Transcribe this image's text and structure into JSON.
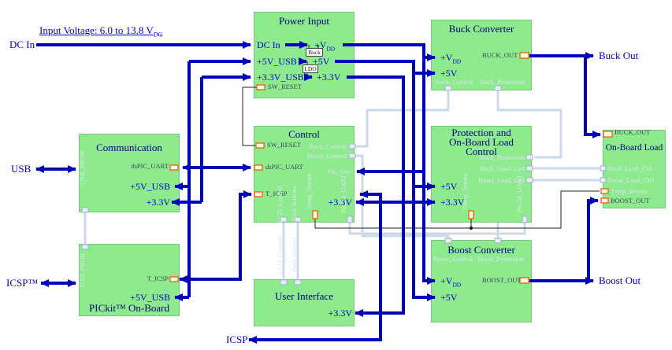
{
  "colors": {
    "block_fill": "#8deb8d",
    "power_wire": "#0000bb",
    "signal_wire": "#ccd9e8",
    "dark_wire": "#222222",
    "pin_border": "#f25c05",
    "label_blue": "#0000cd",
    "title_color": "#00007d"
  },
  "external": {
    "input_voltage": "Input Voltage: 6.0 to 13.8 V",
    "input_voltage_sub": "DC",
    "dc_in": "DC In",
    "usb": "USB",
    "icsp_tm": "ICSP™",
    "icsp": "ICSP",
    "buck_out": "Buck Out",
    "boost_out": "Boost Out"
  },
  "blocks": {
    "power_input": {
      "title": "Power Input",
      "dc_in": "DC In",
      "vdd": "+V",
      "vdd_sub": "DD",
      "v5_usb": "+5V_USB",
      "v5": "+5V",
      "v33_usb": "+3.3V_USB",
      "v33": "+3.3V",
      "buck": "Buck",
      "ldo": "LDO",
      "sw_reset": "SW_RESET"
    },
    "buck_converter": {
      "title": "Buck Converter",
      "vdd": "+V",
      "vdd_sub": "DD",
      "v5": "+5V",
      "buck_control": "Buck_Control",
      "buck_protection": "Buck_Protection",
      "buck_out": "BUCK_OUT"
    },
    "communication": {
      "title": "Communication",
      "dspic_uart": "dsPIC_UART",
      "usb_prob": "USB_PROB",
      "v5_usb": "+5V_USB",
      "v33": "+3.3V"
    },
    "control": {
      "title": "Control",
      "sw_reset": "SW_RESET",
      "buck_control": "Buck_Control",
      "boost_control": "Boost_Control",
      "dspic_uart": "dsPIC_UART",
      "vin_sen": "Vin_Sen",
      "t_icsp": "T_ICSP",
      "v33": "+3.3V",
      "lcd_control": "LCD_Control",
      "push_buttons": "Push Buttons",
      "temp_sensor": "Temp_Sensor",
      "pic24_uart": "PIC24_UART"
    },
    "protection": {
      "title1": "Protection and",
      "title2": "On-Board Load",
      "title3": "Control",
      "buck_protection": "Buck_Protection",
      "buck_load_ctrl": "Buck_Load_Ctrl",
      "boost_load_ctrl": "Boost_Load_Ctrl",
      "v5": "+5V",
      "v33": "+3.3V",
      "temp_sensor": "Temp_Sensor",
      "pic24_uart": "PIC24_UART"
    },
    "onboard_load": {
      "title": "On-Board Load",
      "buck_out": "BUCK_OUT",
      "buck_load_ctrl": "Buck_Load_Ctrl",
      "boost_load_ctrl": "Boost_Load_Ctrl",
      "temp_sensor": "Temp_Sensor",
      "boost_out": "BOOST_OUT"
    },
    "pickit": {
      "title": "PICkit™ On-Board",
      "usb_prob": "USB_PROB",
      "t_icsp": "T_ICSP",
      "v5_usb": "+5V_USB"
    },
    "user_interface": {
      "title": "User Interface",
      "lcd_control": "LCD_Control",
      "push_buttons": "Push Buttons",
      "v33": "+3.3V"
    },
    "boost_converter": {
      "title": "Boost Converter",
      "boost_control": "Boost_Control",
      "boost_protection": "Boost_Protection",
      "vdd": "+V",
      "vdd_sub": "DD",
      "v5": "+5V",
      "boost_out": "BOOST_OUT"
    }
  }
}
